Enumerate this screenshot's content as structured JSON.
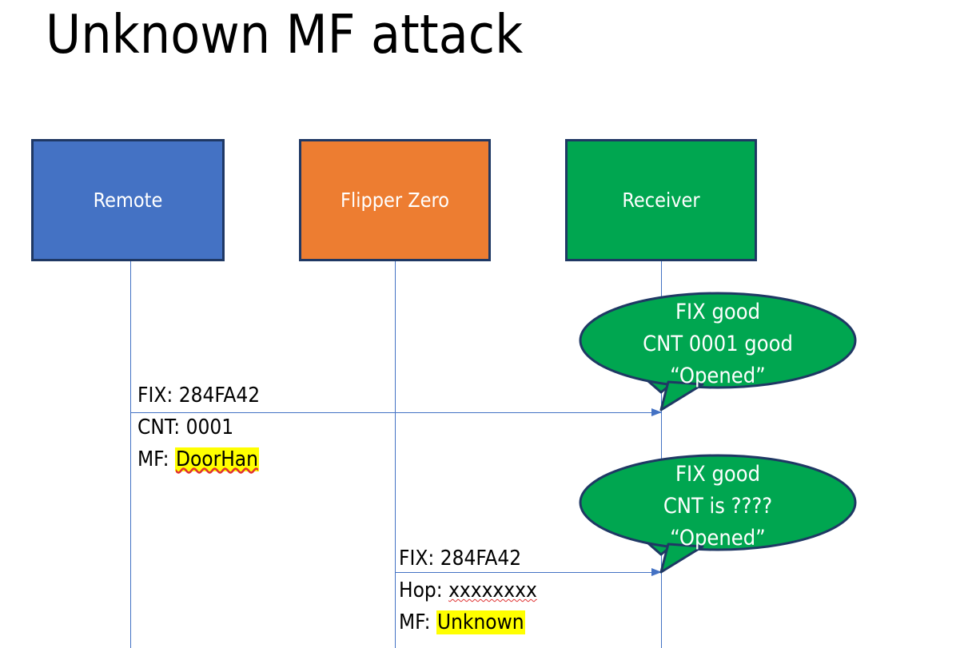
{
  "slide": {
    "title": "Unknown MF attack",
    "background": "#ffffff"
  },
  "colors": {
    "remote_box": "#4472C4",
    "flipper_box": "#ED7D31",
    "receiver_box": "#00A650",
    "box_border": "#1F3864",
    "lifeline": "#4472C4",
    "arrow": "#4472C4",
    "callout_fill": "#00A650",
    "callout_border": "#1F3864",
    "highlight": "#FFFF00",
    "text": "#000000",
    "box_label_text": "#ffffff"
  },
  "actors": [
    {
      "id": "remote",
      "label": "Remote"
    },
    {
      "id": "flipper",
      "label": "Flipper Zero"
    },
    {
      "id": "receiver",
      "label": "Receiver"
    }
  ],
  "messages": [
    {
      "id": "remote-to-receiver",
      "from": "Remote",
      "to": "Receiver",
      "lines": [
        {
          "label": "FIX:",
          "value": "284FA42",
          "highlight": false,
          "spellcheck_underline": false
        },
        {
          "label": "CNT:",
          "value": "0001",
          "highlight": false,
          "spellcheck_underline": false
        },
        {
          "label": "MF:",
          "value": "DoorHan",
          "highlight": true,
          "spellcheck_underline": true
        }
      ]
    },
    {
      "id": "flipper-to-receiver",
      "from": "Flipper Zero",
      "to": "Receiver",
      "lines": [
        {
          "label": "FIX:",
          "value": "284FA42",
          "highlight": false,
          "spellcheck_underline": false
        },
        {
          "label": "Hop:",
          "value": "xxxxxxxx",
          "highlight": false,
          "spellcheck_underline": true
        },
        {
          "label": "MF:",
          "value": "Unknown",
          "highlight": true,
          "spellcheck_underline": false
        }
      ]
    }
  ],
  "callouts": [
    {
      "id": "callout-first",
      "lines": [
        "FIX good",
        "CNT 0001 good",
        "“Opened”"
      ]
    },
    {
      "id": "callout-second",
      "lines": [
        "FIX good",
        "CNT is ????",
        "“Opened”"
      ]
    }
  ]
}
